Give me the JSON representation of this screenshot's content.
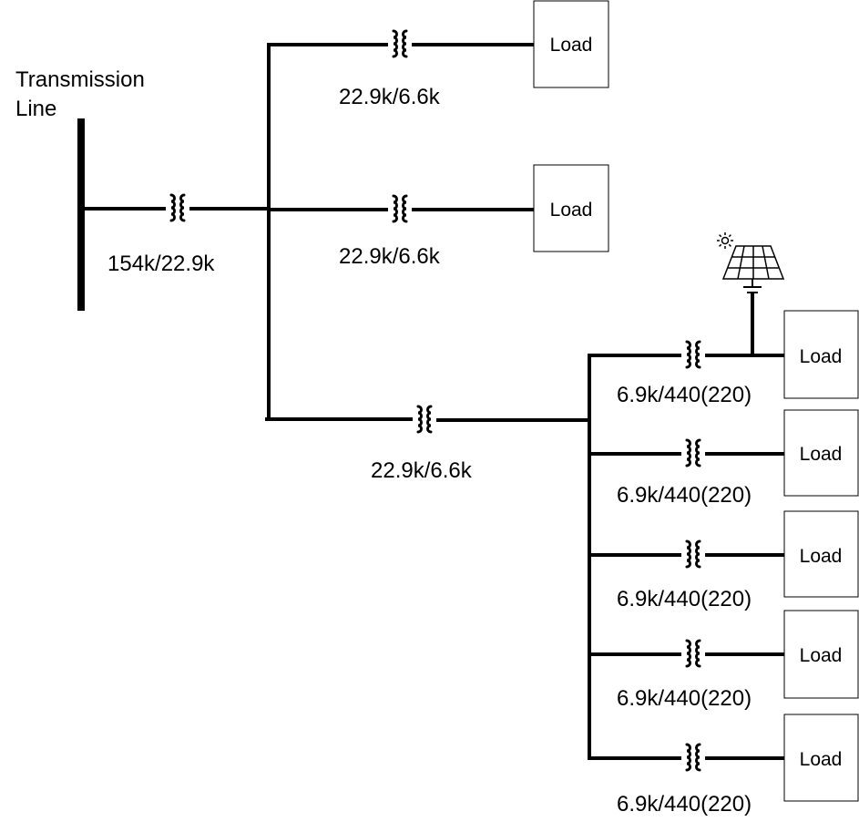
{
  "transmission": {
    "line1": "Transmission",
    "line2": "Line"
  },
  "transformers": {
    "main": "154k/22.9k",
    "branch1": "22.9k/6.6k",
    "branch2": "22.9k/6.6k",
    "branch3": "22.9k/6.6k",
    "sub1": "6.9k/440(220)",
    "sub2": "6.9k/440(220)",
    "sub3": "6.9k/440(220)",
    "sub4": "6.9k/440(220)",
    "sub5": "6.9k/440(220)"
  },
  "loads": {
    "load1": "Load",
    "load2": "Load",
    "load3": "Load",
    "load4": "Load",
    "load5": "Load",
    "load6": "Load",
    "load7": "Load"
  },
  "icons": {
    "transformer": "transformer-icon",
    "solar": "solar-panel-icon",
    "sun": "sun-icon"
  }
}
